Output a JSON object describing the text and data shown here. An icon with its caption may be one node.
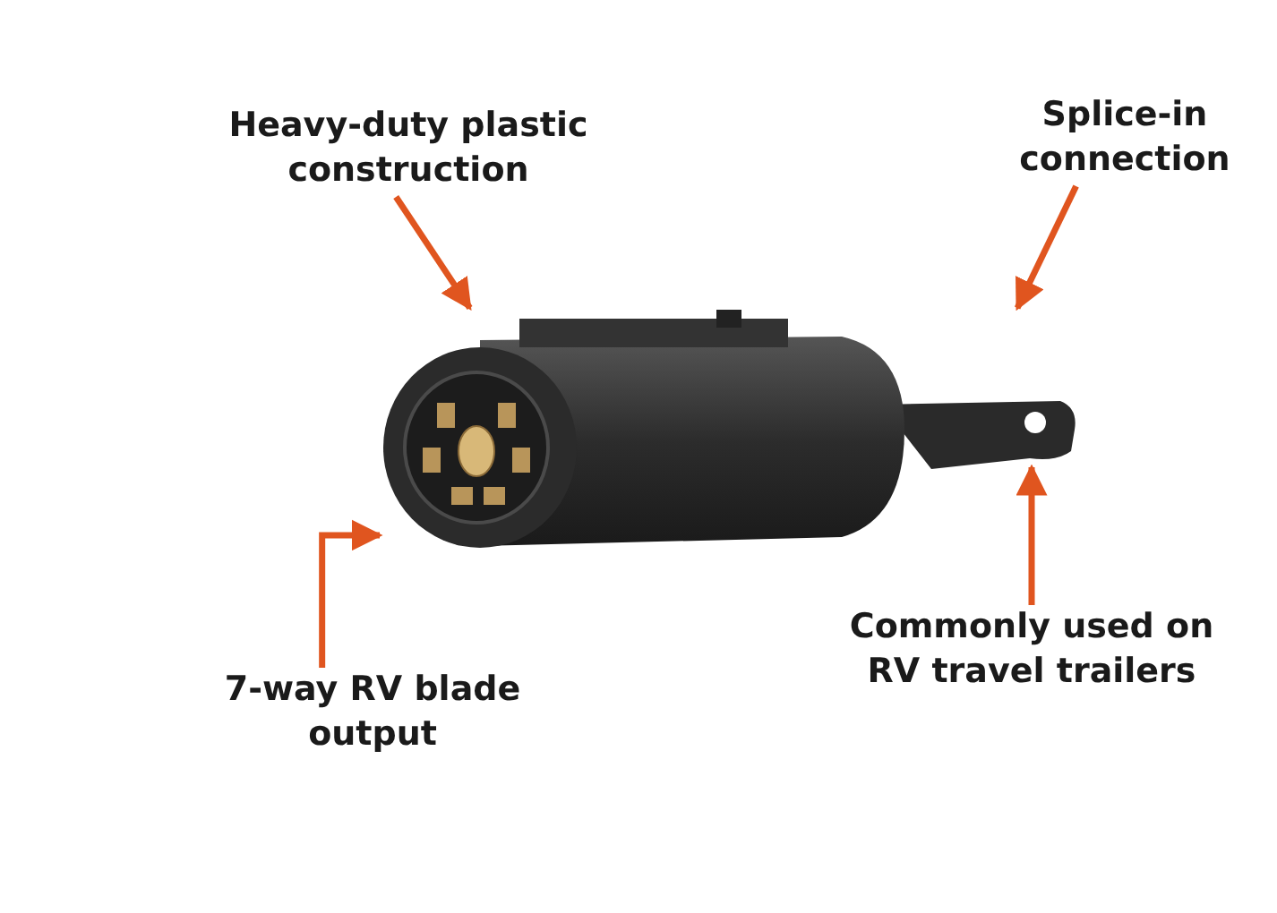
{
  "diagram": {
    "nodes": [
      {
        "text": [
          "Heavy-duty plastic construction"
        ]
      },
      {
        "text": [
          "Splice-in connection"
        ]
      },
      {
        "text": [
          "7-way RV blade output"
        ]
      },
      {
        "text": [
          "Commonly used on RV travel trailers"
        ]
      },
      {
        "text": [],
        "shape": "picture"
      }
    ],
    "edges": [
      {
        "from": 0,
        "to": 4,
        "arrow": "to"
      },
      {
        "from": 1,
        "to": 4,
        "arrow": "to"
      },
      {
        "from": 2,
        "to": 4,
        "arrow": "to"
      },
      {
        "from": 3,
        "to": 4,
        "arrow": "to"
      }
    ]
  }
}
